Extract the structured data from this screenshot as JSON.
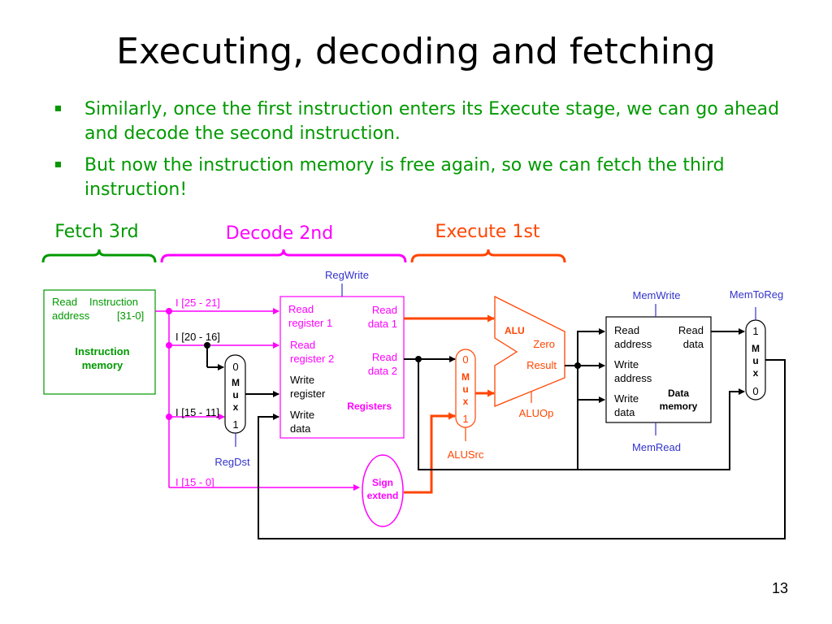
{
  "slide": {
    "title": "Executing, decoding and fetching",
    "bullets": [
      "Similarly, once the first instruction enters its Execute stage, we can go ahead and decode the second instruction.",
      "But now the instruction memory is free again, so we can fetch the third instruction!"
    ],
    "page_number": "13"
  },
  "stages": {
    "fetch": "Fetch 3rd",
    "decode": "Decode 2nd",
    "execute": "Execute 1st"
  },
  "colors": {
    "title": "#000000",
    "bullets": "#009900",
    "fetch": "#009900",
    "decode": "#ff00ff",
    "execute": "#ff4500",
    "control": "#3333cc",
    "wire": "#000000"
  },
  "diagram": {
    "instruction_memory": {
      "read_address": "Read address",
      "read": "Read",
      "address": "address",
      "instruction": "Instruction",
      "bits": "[31-0]",
      "name": "Instruction memory",
      "name_line1": "Instruction",
      "name_line2": "memory"
    },
    "fields": {
      "rs": "I [25 - 21]",
      "rt": "I [20 - 16]",
      "rd": "I [15 - 11]",
      "imm": "I [15 - 0]"
    },
    "regdst_mux": {
      "in0": "0",
      "in1": "1",
      "letters": [
        "M",
        "u",
        "x"
      ],
      "control": "RegDst"
    },
    "registers": {
      "read_register_1": [
        "Read",
        "register 1"
      ],
      "read_register_2": [
        "Read",
        "register 2"
      ],
      "write_register": [
        "Write",
        "register"
      ],
      "write_data": [
        "Write",
        "data"
      ],
      "read_data_1": [
        "Read",
        "data 1"
      ],
      "read_data_2": [
        "Read",
        "data 2"
      ],
      "name": "Registers",
      "control": "RegWrite"
    },
    "sign_extend": {
      "line1": "Sign",
      "line2": "extend"
    },
    "alusrc_mux": {
      "in0": "0",
      "in1": "1",
      "letters": [
        "M",
        "u",
        "x"
      ],
      "control": "ALUSrc"
    },
    "alu": {
      "name": "ALU",
      "zero": "Zero",
      "result": "Result",
      "control": "ALUOp"
    },
    "data_memory": {
      "read_address": [
        "Read",
        "address"
      ],
      "write_address": [
        "Write",
        "address"
      ],
      "write_data": [
        "Write",
        "data"
      ],
      "read_data": [
        "Read",
        "data"
      ],
      "name_line1": "Data",
      "name_line2": "memory",
      "mem_write": "MemWrite",
      "mem_read": "MemRead"
    },
    "memtoreg_mux": {
      "in1": "1",
      "in0": "0",
      "letters": [
        "M",
        "u",
        "x"
      ],
      "control": "MemToReg"
    }
  }
}
